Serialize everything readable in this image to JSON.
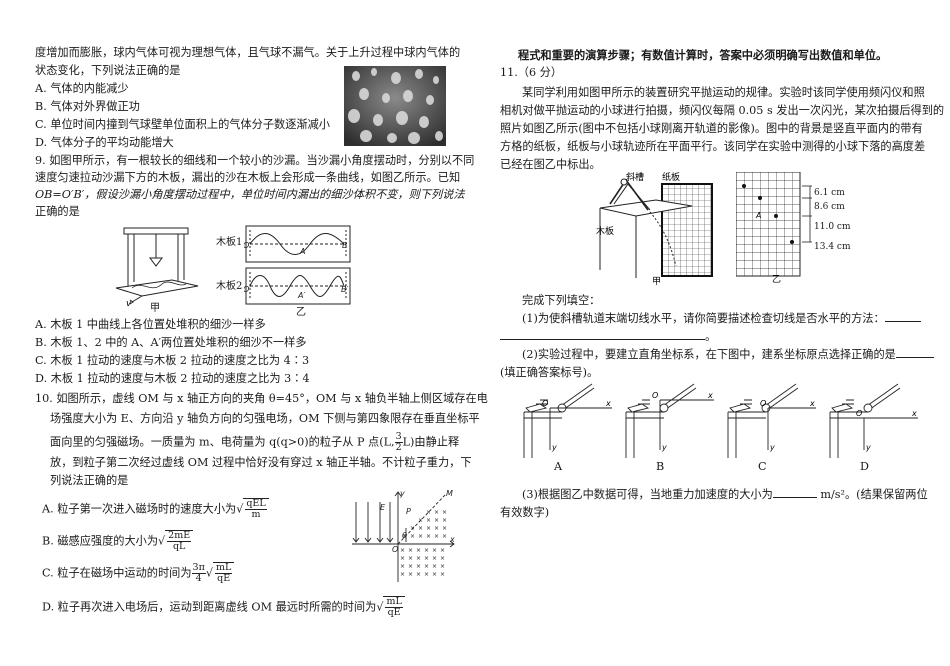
{
  "left": {
    "l1": "度增加而膨胀，球内气体可视为理想气体，且气球不漏气。关于上升过程中球内气体的",
    "l2": "状态变化，下列说法正确的是",
    "q8": {
      "A": "A. 气体的内能减少",
      "B": "B. 气体对外界做正功",
      "C": "C. 单位时间内撞到气球壁单位面积上的气体分子数逐渐减小",
      "D": "D. 气体分子的平均动能增大"
    },
    "q9": {
      "line1": "9. 如图甲所示，有一根较长的细线和一个较小的沙漏。当沙漏小角度摆动时，分别以不同",
      "line2": "速度匀速拉动沙漏下方的木板，漏出的沙在木板上会形成一条曲线，如图乙所示。已知",
      "line3": "OB=O′B′，假设沙漏小角度摆动过程中，单位时间内漏出的细沙体积不变，则下列说法",
      "line4": "正确的是",
      "fig_jia": "甲",
      "fig_yi": "乙",
      "board1": "木板1",
      "board2": "木板2",
      "v": "v",
      "A": "A. 木板 1 中曲线上各位置处堆积的细沙一样多",
      "B": "B. 木板 1、2 中的 A、A′两位置处堆积的细沙不一样多",
      "C": "C. 木板 1 拉动的速度与木板 2 拉动的速度之比为 4∶3",
      "D": "D. 木板 1 拉动的速度与木板 2 拉动的速度之比为 3∶4"
    },
    "q10": {
      "line1": "10. 如图所示，虚线 OM 与 x 轴正方向的夹角 θ=45°，OM 与 x 轴负半轴上侧区域存在电",
      "line2": "场强度大小为 E、方向沿 y 轴负方向的匀强电场，OM 下侧与第四象限存在垂直坐标平",
      "line3a": "面向里的匀强磁场。一质量为 m、电荷量为 q(q>0)的粒子从 P 点(L,",
      "frac_num": "3",
      "frac_den": "2",
      "line3b": "L)由静止释",
      "line4": "放，到粒子第二次经过虚线 OM 过程中恰好没有穿过 x 轴正半轴。不计粒子重力，下",
      "line5": "列说法正确的是",
      "A_text": "A. 粒子第一次进入磁场时的速度大小为",
      "A_num": "qEL",
      "A_den": "m",
      "B_text": "B. 磁感应强度的大小为",
      "B_num": "2mE",
      "B_den": "qL",
      "C_text": "C. 粒子在磁场中运动的时间为",
      "C_coef_num": "3π",
      "C_coef_den": "4",
      "C_num": "mL",
      "C_den": "qE",
      "D_text": "D. 粒子再次进入电场后，运动到距离虚线 OM 最远时所需的时间为",
      "D_num": "mL",
      "D_den": "qE"
    }
  },
  "right": {
    "header": "程式和重要的演算步骤；有数值计算时，答案中必须明确写出数值和单位。",
    "q11_title": "11.（6 分）",
    "p1": "某同学利用如图甲所示的装置研究平抛运动的规律。实验时该同学使用频闪仪和照",
    "p2": "相机对做平抛运动的小球进行拍摄，频闪仪每隔 0.05 s 发出一次闪光，某次拍摄后得到的",
    "p3": "照片如图乙所示(图中不包括小球刚离开轨道的影像)。图中的背景是竖直平面内的带有",
    "p4": "方格的纸板，纸板与小球轨迹所在平面平行。该同学在实验中测得的小球下落的高度差",
    "p5": "已经在图乙中标出。",
    "fig": {
      "xiecao": "斜槽",
      "zhiban": "纸板",
      "muban": "木板",
      "jia": "甲",
      "yi": "乙",
      "m1": "6.1 cm",
      "m2": "8.6 cm",
      "m3": "11.0 cm",
      "m4": "13.4 cm",
      "A": "A"
    },
    "fill": "完成下列填空：",
    "s1": "(1)为使斜槽轨道末端切线水平，请你简要描述检查切线是否水平的方法：",
    "s1_end": "。",
    "s2a": "(2)实验过程中，要建立直角坐标系，在下图中，建系坐标原点选择正确的是",
    "s2b": "(填正确答案标号)。",
    "opts": [
      "A",
      "B",
      "C",
      "D"
    ],
    "s3a": "(3)根据图乙中数据可得，当地重力加速度的大小为",
    "s3_unit": "m/s²。(结果保留两位",
    "s3b": "有效数字)"
  }
}
